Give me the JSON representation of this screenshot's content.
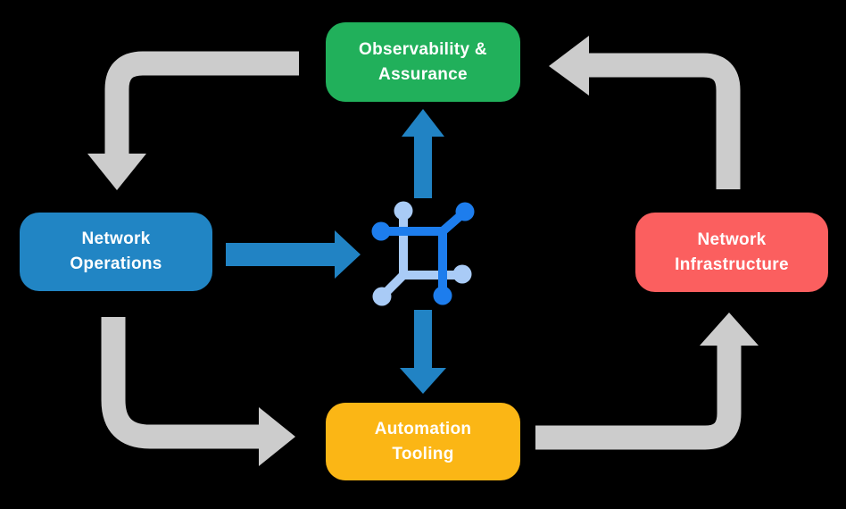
{
  "background_color": "#000000",
  "diagram": {
    "type": "cycle-diagram",
    "nodes": [
      {
        "id": "observability-assurance",
        "label": "Observability &\nAssurance",
        "color": "#21b05b",
        "text_color": "#ffffff"
      },
      {
        "id": "network-operations",
        "label": "Network\nOperations",
        "color": "#2185c4",
        "text_color": "#ffffff"
      },
      {
        "id": "network-infrastructure",
        "label": "Network\nInfrastructure",
        "color": "#fb5f5f",
        "text_color": "#ffffff"
      },
      {
        "id": "automation-tooling",
        "label": "Automation\nTooling",
        "color": "#fbb615",
        "text_color": "#ffffff"
      }
    ],
    "center_icon": {
      "name": "network-node-icon",
      "dark_color": "#1d7ded",
      "light_color": "#a9cbf6"
    },
    "arrow_colors": {
      "cycle_gray": "#cccccc",
      "hub_blue": "#2183c4"
    },
    "cycle_arrows": [
      {
        "from": "observability-assurance",
        "to": "network-operations",
        "direction": "down"
      },
      {
        "from": "network-operations",
        "to": "automation-tooling",
        "direction": "right"
      },
      {
        "from": "automation-tooling",
        "to": "network-infrastructure",
        "direction": "up"
      },
      {
        "from": "network-infrastructure",
        "to": "observability-assurance",
        "direction": "left"
      }
    ],
    "hub_arrows": [
      {
        "from": "network-operations",
        "to": "center-icon",
        "direction": "right"
      },
      {
        "from": "center-icon",
        "to": "observability-assurance",
        "direction": "up"
      },
      {
        "from": "center-icon",
        "to": "automation-tooling",
        "direction": "down"
      }
    ]
  }
}
